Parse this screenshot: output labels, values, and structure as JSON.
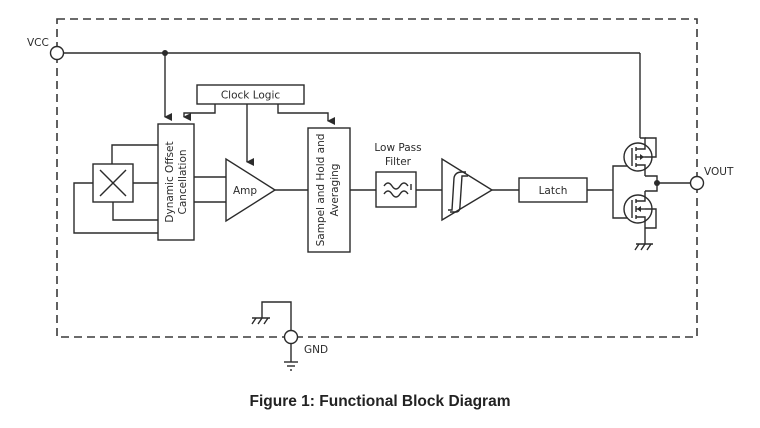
{
  "caption": "Figure 1: Functional Block Diagram",
  "pins": {
    "vcc": "VCC",
    "gnd": "GND",
    "vout": "VOUT"
  },
  "blocks": {
    "clock_logic": "Clock Logic",
    "dynamic_offset_line1": "Dynamic Offset",
    "dynamic_offset_line2": "Cancellation",
    "amp": "Amp",
    "sample_hold_line1": "Sampel and Hold and",
    "sample_hold_line2": "Averaging",
    "low_pass_line1": "Low Pass",
    "low_pass_line2": "Filter",
    "latch": "Latch"
  },
  "colors": {
    "line": "#2b2b2b",
    "boundary": "#3a3a3a"
  }
}
